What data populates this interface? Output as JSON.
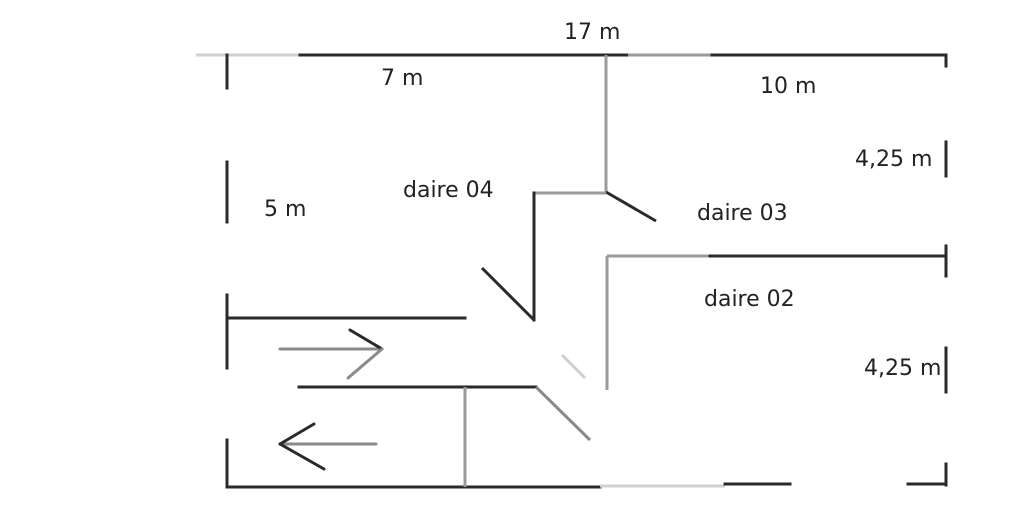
{
  "labels": {
    "total_width": "17 m",
    "left_width": "7 m",
    "right_width": "10 m",
    "left_height": "5 m",
    "right_upper_height": "4,25 m",
    "right_lower_height": "4,25 m",
    "unit_04": "daire 04",
    "unit_03": "daire 03",
    "unit_02": "daire 02"
  }
}
